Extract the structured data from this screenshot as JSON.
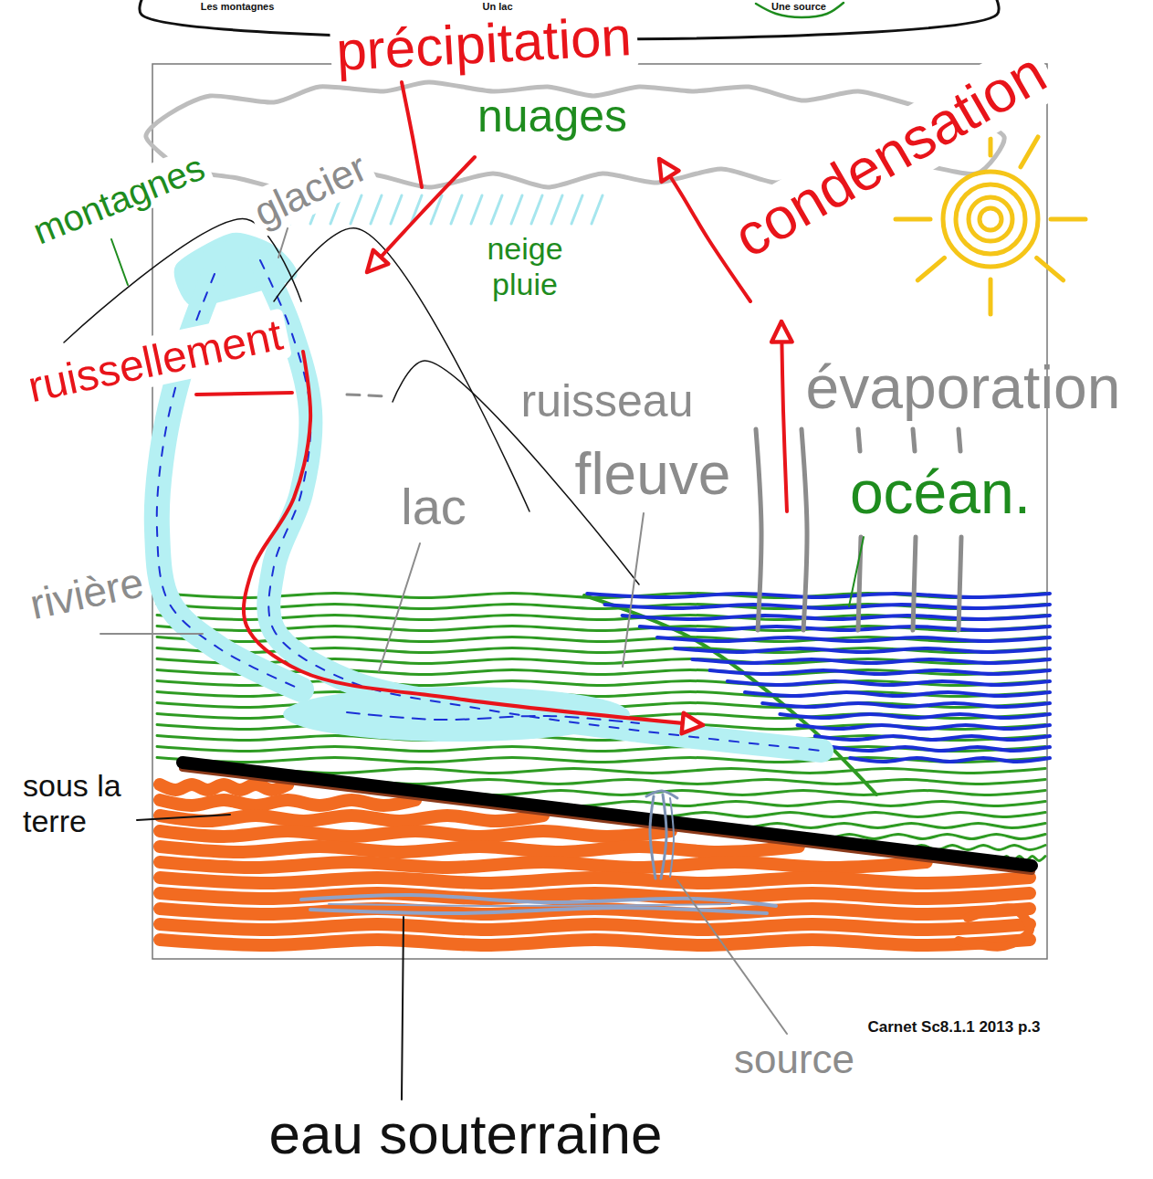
{
  "diagram": {
    "caption": "Carnet Sc8.1.1 2013 p.3",
    "labels": [
      "Les montagnes",
      "Un lac",
      "Une source",
      "précipitation",
      "nuages",
      "glacier",
      "condensation",
      "montagnes",
      "neige pluie",
      "ruissellement",
      "évaporation",
      "ruisseau",
      "fleuve",
      "lac",
      "rivière",
      "océan.",
      "sous la terre",
      "source",
      "eau souterraine"
    ]
  }
}
